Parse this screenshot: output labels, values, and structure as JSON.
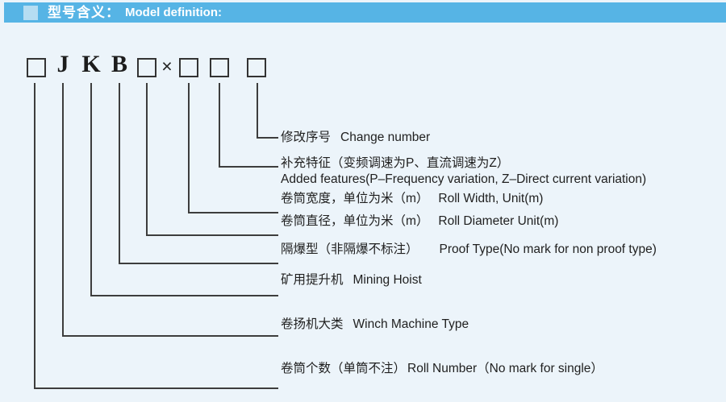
{
  "header": {
    "title_zh": "型号含义：",
    "title_en": "Model definition:"
  },
  "model_code": {
    "symbols": [
      {
        "kind": "box",
        "value": ""
      },
      {
        "kind": "letter",
        "value": "J"
      },
      {
        "kind": "letter",
        "value": "K"
      },
      {
        "kind": "letter",
        "value": "B"
      },
      {
        "kind": "box",
        "value": ""
      },
      {
        "kind": "times",
        "value": "×"
      },
      {
        "kind": "box",
        "value": ""
      },
      {
        "kind": "box",
        "value": ""
      },
      {
        "kind": "box",
        "value": ""
      }
    ]
  },
  "labels": [
    {
      "zh": "修改序号",
      "en": "Change number"
    },
    {
      "zh": "补充特征（变频调速为P、直流调速为Z）",
      "en": "Added features(P–Frequency variation, Z–Direct current variation)"
    },
    {
      "zh": "卷筒宽度，单位为米（m）",
      "en": "Roll Width, Unit(m)"
    },
    {
      "zh": "卷筒直径，单位为米（m）",
      "en": "Roll Diameter Unit(m)"
    },
    {
      "zh": "隔爆型（非隔爆不标注）",
      "en": "Proof Type(No mark for non proof type)"
    },
    {
      "zh": "矿用提升机",
      "en": "Mining Hoist"
    },
    {
      "zh": "卷扬机大类",
      "en": "Winch Machine Type"
    },
    {
      "zh": "卷筒个数（单筒不注）",
      "en": "Roll Number（No mark for single）"
    }
  ],
  "colors": {
    "header_bar": "#56b4e5",
    "header_square": "#b5ddf2",
    "background": "#ecf4fa",
    "line": "#3d3d3d",
    "text": "#1f1f1f"
  }
}
